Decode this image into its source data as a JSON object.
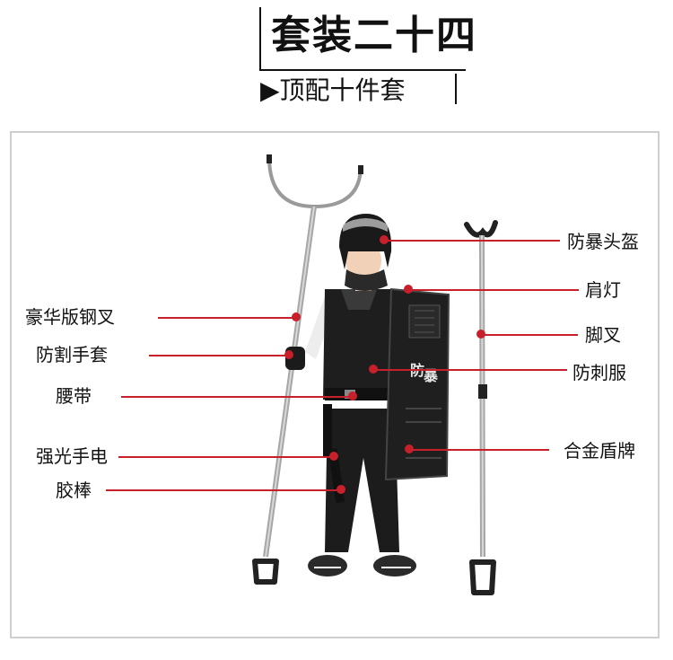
{
  "header": {
    "title": "套装二十四",
    "subtitle": "▶顶配十件套"
  },
  "labels": {
    "left": [
      {
        "text": "豪华版钢叉"
      },
      {
        "text": "防割手套"
      },
      {
        "text": "腰带"
      },
      {
        "text": "强光手电"
      },
      {
        "text": "胶棒"
      }
    ],
    "right": [
      {
        "text": "防暴头盔"
      },
      {
        "text": "肩灯"
      },
      {
        "text": "脚叉"
      },
      {
        "text": "防刺服"
      },
      {
        "text": "合金盾牌"
      }
    ]
  },
  "shield_text": {
    "line1": "防",
    "line2": "暴"
  },
  "colors": {
    "accent": "#c8202a",
    "frame": "#cfcfcf",
    "text": "#111111"
  }
}
